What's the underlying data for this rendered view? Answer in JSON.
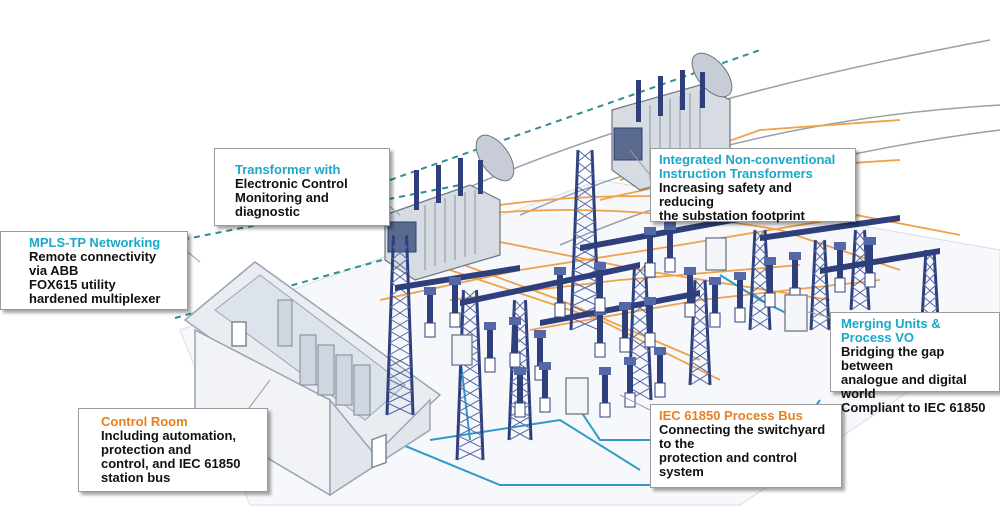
{
  "colors": {
    "tower": "#2e3f7c",
    "tower_light": "#5467a6",
    "orange_wire": "#f0a24a",
    "blue_cable": "#2f9ac7",
    "teal_dash": "#2c8f93",
    "gray_line": "#9aa0a8",
    "title_blue": "#1aa7c8",
    "title_orange": "#e8801f"
  },
  "callouts": {
    "mpls": {
      "title": "MPLS-TP Networking",
      "lines": [
        "Remote connectivity",
        "via ABB",
        "FOX615 utility",
        "hardened multiplexer"
      ]
    },
    "transformer": {
      "title": "Transformer with",
      "lines": [
        "Electronic Control",
        "Monitoring and",
        "diagnostic"
      ]
    },
    "nci": {
      "title": "Integrated Non-conventional Instruction Transformers",
      "lines": [
        "Increasing safety and reducing",
        "the substation footprint"
      ]
    },
    "merging": {
      "title": "Merging Units & Process VO",
      "lines": [
        "Bridging the gap between",
        "analogue and digital world",
        "Compliant to IEC 61850"
      ]
    },
    "control": {
      "title": "Control Room",
      "lines": [
        "Including automation,",
        "protection and",
        "control, and IEC 61850",
        "station bus"
      ]
    },
    "processbus": {
      "title": "IEC 61850 Process Bus",
      "lines": [
        "Connecting the switchyard",
        "to the",
        "protection and control",
        "system"
      ]
    }
  }
}
